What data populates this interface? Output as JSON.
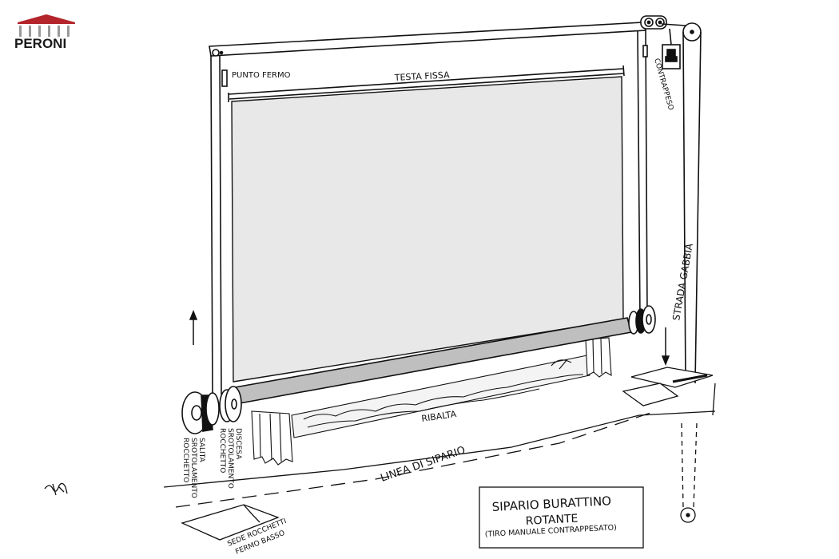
{
  "logo": {
    "text": "PERONI",
    "roof_color": "#b3242b"
  },
  "labels": {
    "punto_fermo": "PUNTO FERMO",
    "testa_fissa": "TESTA FISSA",
    "contrappeso": "CONTRAPPESO",
    "strada_gabbia": "STRADA GABBIA",
    "ribalta": "RIBALTA",
    "linea_sipario": "LINEA DI SIPARIO",
    "rocchetto_salita": [
      "ROCCHETTO",
      "SROTOLAMENTO",
      "SALITA"
    ],
    "rocchetto_discesa": [
      "ROCCHETTO",
      "SROTOLAMENTO",
      "DISCESA"
    ],
    "sede_rocchetti": [
      "SEDE ROCCHETTI",
      "FERMO BASSO"
    ]
  },
  "title_box": {
    "line1": "SIPARIO BURATTINO",
    "line2": "ROTANTE",
    "line3": "(TIRO MANUALE CONTRAPPESATO)"
  },
  "signature_icon": "artist-signature",
  "colors": {
    "ink": "#111111",
    "curtain": "#e8e8e8",
    "shadow": "#bfbfbf"
  }
}
